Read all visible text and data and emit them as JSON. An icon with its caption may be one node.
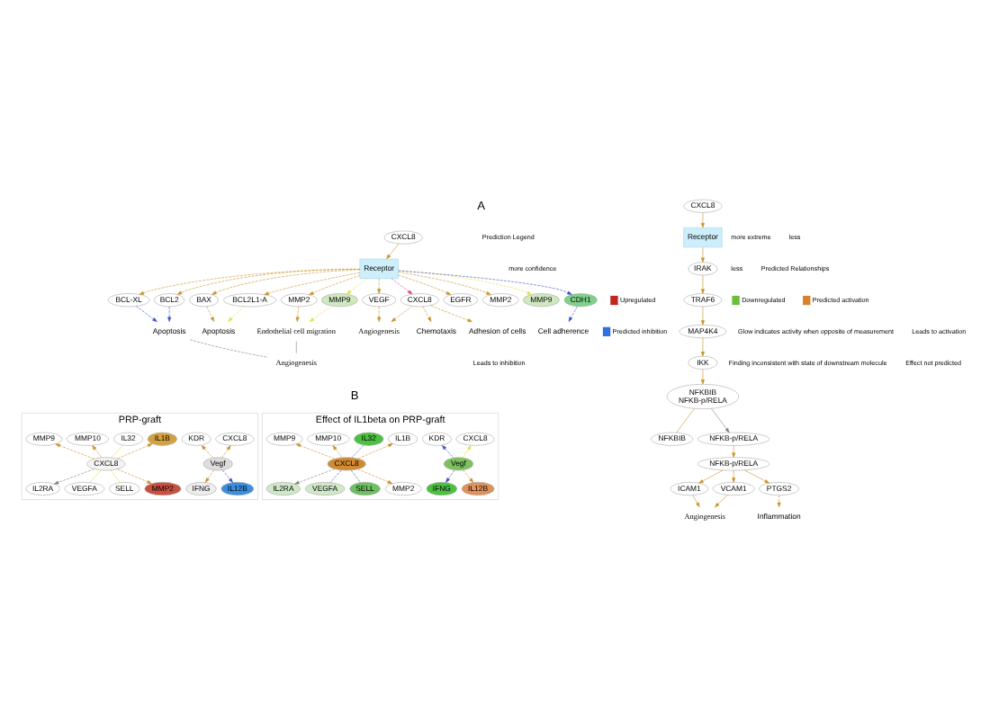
{
  "diagram": {
    "nodes": [
      {
        "text": [
          "CXCL8"
        ]
      },
      {
        "text": [
          "Receptor"
        ]
      },
      {
        "text": [
          "BCL-XL"
        ]
      },
      {
        "text": [
          "BCL2"
        ]
      },
      {
        "text": [
          "BAX"
        ]
      },
      {
        "text": [
          "BCL2L1-A"
        ]
      },
      {
        "text": [
          "MMP2"
        ]
      },
      {
        "text": [
          "MMP9"
        ]
      },
      {
        "text": [
          "CXCL8"
        ]
      },
      {
        "text": [
          "VEGF"
        ]
      },
      {
        "text": [
          "EGFR"
        ]
      },
      {
        "text": [
          "MMP2"
        ]
      },
      {
        "text": [
          "MMP9"
        ]
      },
      {
        "text": [
          "CDH1"
        ]
      },
      {
        "text": [
          "Apoptosis"
        ]
      },
      {
        "text": [
          "Apoptosis"
        ]
      },
      {
        "text": [
          "Endothelial cell migration"
        ]
      },
      {
        "text": [
          "Angiogenesis"
        ]
      },
      {
        "text": [
          "Angiogenesis"
        ]
      },
      {
        "text": [
          "Chemotaxis"
        ]
      },
      {
        "text": [
          "Adhesion of cells"
        ]
      },
      {
        "text": [
          "Cell adherence"
        ]
      },
      {
        "text": [
          "CXCL8"
        ]
      },
      {
        "text": [
          "Receptor"
        ]
      },
      {
        "text": [
          "IRAK"
        ]
      },
      {
        "text": [
          "TRAF6"
        ]
      },
      {
        "text": [
          "MAP4K4"
        ]
      },
      {
        "text": [
          "IKK"
        ]
      },
      {
        "text": [
          "NFKBIB",
          "NFKB-p/RELA"
        ]
      },
      {
        "text": [
          "NFKBIB"
        ]
      },
      {
        "text": [
          "NFKB-p/RELA"
        ]
      },
      {
        "text": [
          "NFKB-p/RELA"
        ]
      },
      {
        "text": [
          "ICAM1"
        ]
      },
      {
        "text": [
          "VCAM1"
        ]
      },
      {
        "text": [
          "PTGS2"
        ]
      },
      {
        "text": [
          "Angiogenesis"
        ]
      },
      {
        "text": [
          "Inflammation"
        ]
      },
      {
        "text": [
          "PRP-graft"
        ]
      },
      {
        "text": [
          "CXCL8"
        ],
        "in": 37
      },
      {
        "text": [
          "IFNG"
        ],
        "in": 37
      },
      {
        "text": [
          "Vegf"
        ],
        "in": 37
      },
      {
        "text": [
          "KDR"
        ],
        "in": 37
      },
      {
        "text": [
          "IL12B"
        ],
        "in": 37
      },
      {
        "text": [
          "IL1B"
        ],
        "in": 37
      },
      {
        "text": [
          "IL2RA"
        ],
        "in": 37
      },
      {
        "text": [
          "IL32"
        ],
        "in": 37
      },
      {
        "text": [
          "VEGFA"
        ],
        "in": 37
      },
      {
        "text": [
          "CXCL8"
        ],
        "in": 37
      },
      {
        "text": [
          "MMP10"
        ],
        "in": 37
      },
      {
        "text": [
          "SELL"
        ],
        "in": 37
      },
      {
        "text": [
          "MMP9"
        ],
        "in": 37
      },
      {
        "text": [
          "MMP2"
        ],
        "in": 37
      },
      {
        "text": [
          "Effect of IL1beta on PRP-graft"
        ]
      },
      {
        "text": [
          "CXCL8"
        ],
        "in": 52
      },
      {
        "text": [
          "IFNG"
        ],
        "in": 52
      },
      {
        "text": [
          "Vegf"
        ],
        "in": 52
      },
      {
        "text": [
          "KDR"
        ],
        "in": 52
      },
      {
        "text": [
          "IL12B"
        ],
        "in": 52
      },
      {
        "text": [
          "IL1B"
        ],
        "in": 52
      },
      {
        "text": [
          "IL2RA"
        ],
        "in": 52
      },
      {
        "text": [
          "IL32"
        ],
        "in": 52
      },
      {
        "text": [
          "VEGFA"
        ],
        "in": 52
      },
      {
        "text": [
          "CXCL8"
        ],
        "in": 52
      },
      {
        "text": [
          "MMP10"
        ],
        "in": 52
      },
      {
        "text": [
          "SELL"
        ],
        "in": 52
      },
      {
        "text": [
          "MMP9"
        ],
        "in": 52
      },
      {
        "text": [
          "MMP2"
        ],
        "in": 52
      }
    ],
    "edges": [
      {
        "from": 0,
        "to": 1,
        "arrow": "to"
      },
      {
        "from": 1,
        "to": 2,
        "arrow": "to",
        "style": "dashed"
      },
      {
        "from": 1,
        "to": 3,
        "arrow": "to",
        "style": "dashed"
      },
      {
        "from": 1,
        "to": 4,
        "arrow": "to",
        "style": "dashed"
      },
      {
        "from": 1,
        "to": 5,
        "arrow": "to",
        "style": "dashed"
      },
      {
        "from": 1,
        "to": 6,
        "arrow": "to",
        "style": "dashed"
      },
      {
        "from": 1,
        "to": 7,
        "arrow": "to",
        "style": "dashed",
        "color": "#e0e040"
      },
      {
        "from": 1,
        "to": 8,
        "arrow": "to",
        "style": "dashed",
        "color": "#e0408a"
      },
      {
        "from": 1,
        "to": 9,
        "arrow": "to",
        "style": "dashed"
      },
      {
        "from": 1,
        "to": 10,
        "arrow": "to",
        "style": "dashed"
      },
      {
        "from": 1,
        "to": 11,
        "arrow": "to",
        "style": "dashed"
      },
      {
        "from": 1,
        "to": 12,
        "arrow": "to",
        "style": "dashed",
        "color": "#e0e040"
      },
      {
        "from": 1,
        "to": 13,
        "arrow": "to",
        "style": "dashed",
        "color": "#3a4fc8"
      },
      {
        "from": 2,
        "to": 14,
        "arrow": "to",
        "style": "dashed",
        "color": "#3a4fc8"
      },
      {
        "from": 3,
        "to": 14,
        "arrow": "to",
        "style": "dashed",
        "color": "#3a4fc8"
      },
      {
        "from": 4,
        "to": 15,
        "arrow": "to",
        "style": "dashed"
      },
      {
        "from": 5,
        "to": 15,
        "arrow": "to",
        "style": "dashed",
        "color": "#e0e040"
      },
      {
        "from": 6,
        "to": 16,
        "arrow": "to",
        "style": "dashed"
      },
      {
        "from": 7,
        "to": 16,
        "arrow": "to",
        "style": "dashed",
        "color": "#e0e040"
      },
      {
        "from": 9,
        "to": 17,
        "arrow": "to",
        "style": "dashed"
      },
      {
        "from": 8,
        "to": 17,
        "arrow": "to",
        "style": "dashed"
      },
      {
        "from": 8,
        "to": 19,
        "arrow": "to",
        "style": "dashed"
      },
      {
        "from": 8,
        "to": 20,
        "arrow": "to",
        "style": "dashed"
      },
      {
        "from": 13,
        "to": 21,
        "arrow": "to",
        "style": "dashed",
        "color": "#3a4fc8"
      },
      {
        "from": 14,
        "to": 18,
        "arrow": "none",
        "style": "dashed",
        "color": "#808080"
      },
      {
        "from": 16,
        "to": 18,
        "arrow": "none",
        "color": "#808080"
      },
      {
        "from": 22,
        "to": 23,
        "arrow": "to"
      },
      {
        "from": 23,
        "to": 24,
        "arrow": "to"
      },
      {
        "from": 24,
        "to": 25,
        "arrow": "to"
      },
      {
        "from": 25,
        "to": 26,
        "arrow": "to"
      },
      {
        "from": 26,
        "to": 27,
        "arrow": "to"
      },
      {
        "from": 27,
        "to": 28,
        "arrow": "to"
      },
      {
        "from": 28,
        "to": 29,
        "arrow": "none"
      },
      {
        "from": 28,
        "to": 30,
        "arrow": "to",
        "color": "#808080"
      },
      {
        "from": 30,
        "to": 31,
        "arrow": "to"
      },
      {
        "from": 31,
        "to": 32,
        "arrow": "to"
      },
      {
        "from": 31,
        "to": 33,
        "arrow": "to"
      },
      {
        "from": 31,
        "to": 34,
        "arrow": "to"
      },
      {
        "from": 32,
        "to": 35,
        "arrow": "to"
      },
      {
        "from": 33,
        "to": 35,
        "arrow": "to"
      },
      {
        "from": 34,
        "to": 36,
        "arrow": "to",
        "style": "dashed"
      },
      {
        "from": 40,
        "to": 38,
        "arrow": "to",
        "style": "dashed"
      },
      {
        "from": 40,
        "to": 39,
        "arrow": "to",
        "style": "dashed"
      },
      {
        "from": 40,
        "to": 41,
        "arrow": "to",
        "style": "dashed"
      },
      {
        "from": 40,
        "to": 42,
        "arrow": "to",
        "style": "dashed",
        "color": "#3a4fc8"
      },
      {
        "from": 47,
        "to": 43,
        "arrow": "to",
        "style": "dashed"
      },
      {
        "from": 47,
        "to": 44,
        "arrow": "to",
        "style": "dashed",
        "color": "#808080"
      },
      {
        "from": 47,
        "to": 45,
        "arrow": "none",
        "color": "#e0e040"
      },
      {
        "from": 47,
        "to": 46,
        "arrow": "none",
        "color": "#e0e040"
      },
      {
        "from": 47,
        "to": 48,
        "arrow": "to",
        "style": "dashed"
      },
      {
        "from": 47,
        "to": 49,
        "arrow": "none",
        "color": "#e0e040"
      },
      {
        "from": 47,
        "to": 50,
        "arrow": "to",
        "style": "dashed"
      },
      {
        "from": 47,
        "to": 51,
        "arrow": "to",
        "style": "dashed"
      },
      {
        "from": 55,
        "to": 53,
        "arrow": "to",
        "color": "#e0e040"
      },
      {
        "from": 55,
        "to": 54,
        "arrow": "to",
        "style": "dashed",
        "color": "#3a4fc8"
      },
      {
        "from": 55,
        "to": 56,
        "arrow": "to",
        "style": "dashed",
        "color": "#3a4fc8"
      },
      {
        "from": 55,
        "to": 57,
        "arrow": "to",
        "style": "dashed"
      },
      {
        "from": 62,
        "to": 58,
        "arrow": "to",
        "style": "dashed"
      },
      {
        "from": 62,
        "to": 59,
        "arrow": "to",
        "style": "dashed",
        "color": "#808080"
      },
      {
        "from": 62,
        "to": 60,
        "arrow": "none",
        "style": "dashed",
        "color": "#3a4fc8"
      },
      {
        "from": 62,
        "to": 61,
        "arrow": "none",
        "style": "dashed",
        "color": "#3a4fc8"
      },
      {
        "from": 62,
        "to": 63,
        "arrow": "to",
        "style": "dashed"
      },
      {
        "from": 62,
        "to": 64,
        "arrow": "none",
        "style": "dashed",
        "color": "#3a4fc8"
      },
      {
        "from": 62,
        "to": 65,
        "arrow": "to",
        "style": "dashed"
      },
      {
        "from": 62,
        "to": 66,
        "arrow": "to",
        "style": "dashed"
      }
    ],
    "labels": [
      "A",
      "Prediction Legend",
      "more extreme",
      "less",
      "more confidence",
      "less",
      "Predicted Relationships",
      "B"
    ],
    "legend": [
      {
        "text": "Upregulated",
        "color": "#c0281e"
      },
      {
        "text": "Downregulated",
        "color": "#6cbf3c"
      },
      {
        "text": "Predicted activation",
        "color": "#d9822b"
      },
      {
        "text": "Predicted inhibition",
        "color": "#2f6fe0"
      },
      {
        "text": "Glow indicates activity when opposite of measurement"
      },
      {
        "text": "Leads to activation"
      },
      {
        "text": "Leads to inhibition"
      },
      {
        "text": "Finding inconsistent with state of downstream molecule"
      },
      {
        "text": "Effect not predicted"
      }
    ]
  }
}
